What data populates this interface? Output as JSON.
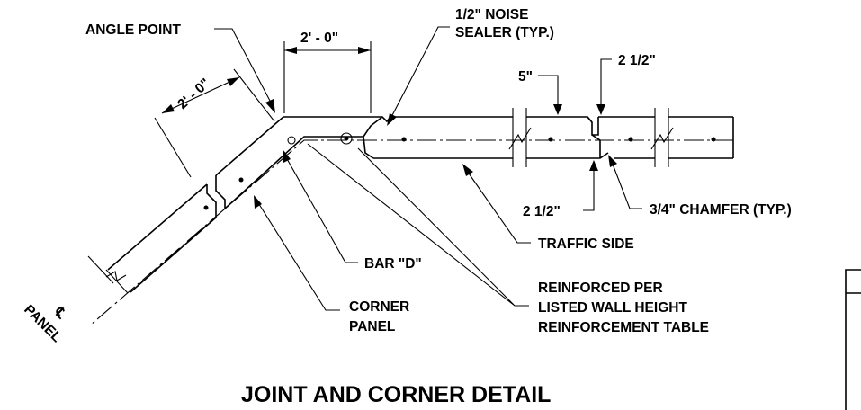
{
  "labels": {
    "angle_point": "ANGLE POINT",
    "dim_2_0_top": "2' - 0\"",
    "dim_2_0_diag": "2' - 0\"",
    "noise_sealer_1": "1/2\" NOISE",
    "noise_sealer_2": "SEALER (TYP.)",
    "dim_5": "5\"",
    "dim_2_half_top": "2 1/2\"",
    "dim_2_half_bottom": "2 1/2\"",
    "chamfer": "3/4\" CHAMFER (TYP.)",
    "traffic_side": "TRAFFIC SIDE",
    "bar_d": "BAR \"D\"",
    "corner_panel_1": "CORNER",
    "corner_panel_2": "PANEL",
    "reinforced_1": "REINFORCED PER",
    "reinforced_2": "LISTED WALL HEIGHT",
    "reinforced_3": "REINFORCEMENT TABLE",
    "centerline_symbol": "℄",
    "panel": "PANEL",
    "title": "JOINT AND CORNER DETAIL"
  }
}
